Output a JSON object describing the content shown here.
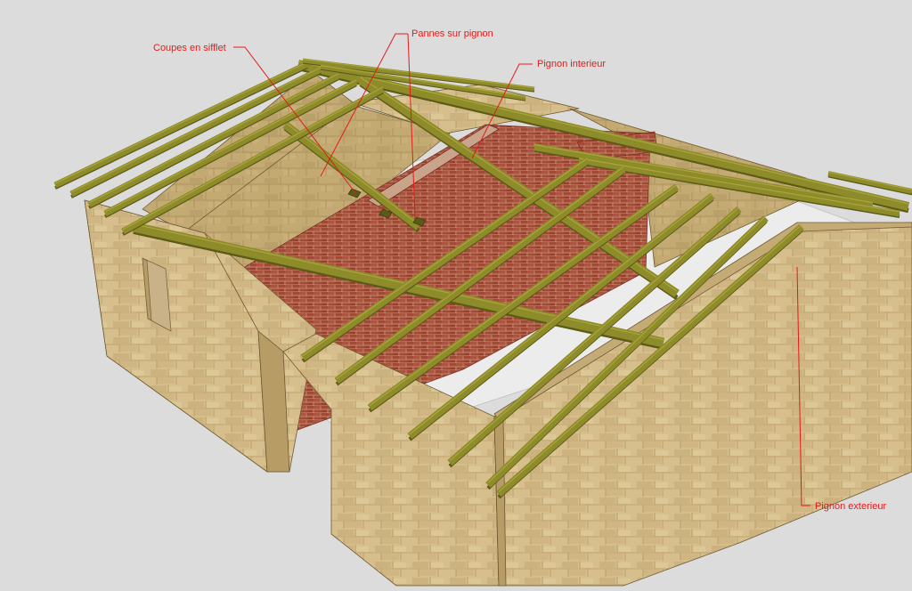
{
  "colors": {
    "background": "#dcdcdc",
    "annotation": "#e31b1b",
    "stone": "#d6bf8c",
    "stone_shadow": "#c4ab76",
    "stone_dark": "#b89c66",
    "stone_line": "#a98d5a",
    "brick": "#a34a35",
    "brick_line": "#c9a38a",
    "timber": "#8e8b2a",
    "timber_dark": "#5b5a17",
    "timber_light": "#a9a63c",
    "floor": "#ececec"
  },
  "annotations": [
    {
      "id": "coupes-en-sifflet",
      "text": "Coupes en sifflet"
    },
    {
      "id": "pannes-sur-pignon",
      "text": "Pannes sur pignon"
    },
    {
      "id": "pignon-interieur",
      "text": "Pignon interieur"
    },
    {
      "id": "pignon-exterieur",
      "text": "Pignon exterieur"
    }
  ]
}
